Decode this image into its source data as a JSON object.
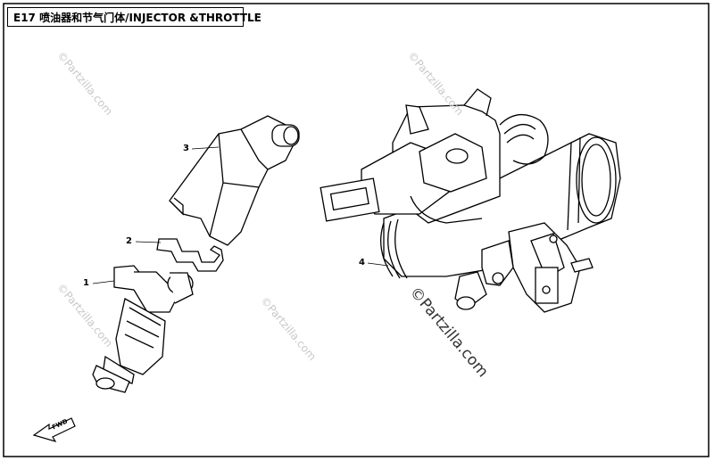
{
  "diagram": {
    "title": "E17 喷油器和节气门体/INJECTOR &THROTTLE",
    "callouts": [
      {
        "id": "1",
        "label": "1"
      },
      {
        "id": "2",
        "label": "2"
      },
      {
        "id": "3",
        "label": "3"
      },
      {
        "id": "4",
        "label": "4"
      }
    ],
    "watermarks": [
      "©Partzilla.com",
      "©Partzilla.com",
      "©Partzilla.com",
      "©Partzilla.com"
    ],
    "main_watermark": "©Partzilla.com",
    "fwd_label": "FWD"
  }
}
